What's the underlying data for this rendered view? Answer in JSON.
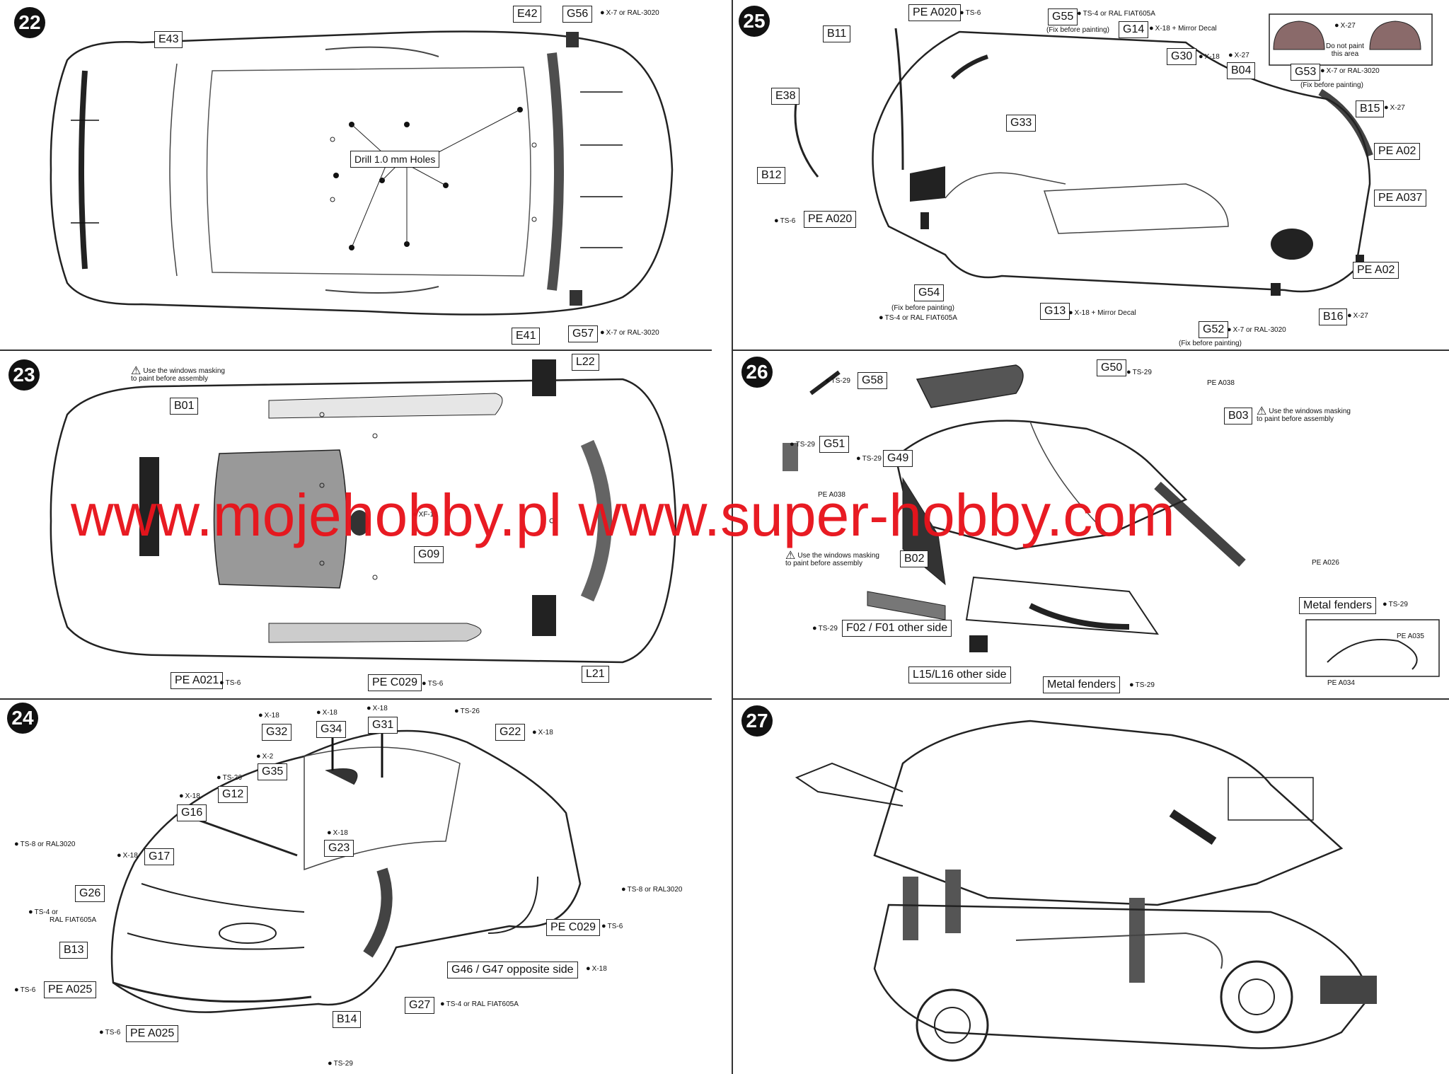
{
  "watermark": "www.mojehobby.pl www.super-hobby.com",
  "icons": {
    "paint": "ink-drop-icon",
    "warning": "warning-triangle-icon",
    "badge": "step-number-badge"
  },
  "step22": {
    "number": "22",
    "labels": {
      "e43": "E43",
      "e42": "E42",
      "g56": "G56",
      "drill": "Drill 1.0 mm Holes",
      "e41": "E41",
      "g57": "G57"
    },
    "paints": {
      "g56": "X-7 or RAL-3020",
      "g57": "X-7 or RAL-3020"
    }
  },
  "step23": {
    "number": "23",
    "warning": "Use the windows masking\nto paint before assembly",
    "labels": {
      "b01": "B01",
      "l22": "L22",
      "g09": "G09",
      "pea021": "PE A021",
      "pec029": "PE C029",
      "l21": "L21"
    },
    "paints": {
      "g09": "XF-19",
      "pea021": "TS-6",
      "pec029": "TS-6"
    }
  },
  "step24": {
    "number": "24",
    "labels": {
      "g32": "G32",
      "g34": "G34",
      "g31": "G31",
      "g22": "G22",
      "g35": "G35",
      "g12": "G12",
      "g16": "G16",
      "g23": "G23",
      "g17": "G17",
      "g26": "G26",
      "b13": "B13",
      "pea025a": "PE A025",
      "pec029": "PE C029",
      "g4647": "G46 / G47 opposite side",
      "g27": "G27",
      "b14": "B14",
      "pea025b": "PE A025"
    },
    "paints": {
      "g32": "X-18",
      "g34": "X-18",
      "g31": "X-18",
      "ts26top": "TS-26",
      "g22": "X-18",
      "g35": "X-2",
      "g12": "TS-26",
      "g16": "X-18",
      "g23": "X-18",
      "g17": "X-18",
      "ts8left": "TS-8 or RAL3020",
      "g26a": "TS-4 or",
      "g26b": "RAL FIAT605A",
      "ts8right": "TS-8 or RAL3020",
      "pec029": "TS-6",
      "g4647": "X-18",
      "pea025a": "TS-6",
      "g27": "TS-4 or RAL FIAT605A",
      "pea025b": "TS-6",
      "ts29": "TS-29"
    }
  },
  "step25": {
    "number": "25",
    "labels": {
      "pea020top": "PE A020",
      "g55": "G55",
      "g14": "G14",
      "b11": "B11",
      "g30": "G30",
      "b04": "B04",
      "g53": "G53",
      "e38": "E38",
      "b15": "B15",
      "g33": "G33",
      "pea02a": "PE A02",
      "b12": "B12",
      "pea037": "PE A037",
      "pea020left": "PE A020",
      "pea02b": "PE A02",
      "g54": "G54",
      "g13": "G13",
      "b16": "B16",
      "g52": "G52"
    },
    "notes": {
      "g55fix": "(Fix before painting)",
      "g53fix": "(Fix before painting)",
      "inset_top": "X-27",
      "inset_note": "Do not paint\nthis area",
      "g54fix": "(Fix before painting)",
      "g52fix": "(Fix before painting)"
    },
    "paints": {
      "pea020top": "TS-6",
      "g55": "TS-4 or RAL FIAT605A",
      "g14": "X-18 + Mirror Decal",
      "g30": "X-18",
      "b04": "X-27",
      "g53": "X-7 or RAL-3020",
      "b15": "X-27",
      "pea020left": "TS-6",
      "g54": "TS-4 or RAL FIAT605A",
      "g13": "X-18 + Mirror Decal",
      "b16": "X-27",
      "g52": "X-7 or RAL-3020"
    }
  },
  "step26": {
    "number": "26",
    "labels": {
      "g58": "G58",
      "g50": "G50",
      "g51": "G51",
      "g49": "G49",
      "b03": "B03",
      "b02": "B02",
      "metal1": "Metal fenders",
      "f0201": "F02 / F01 other side",
      "l1516": "L15/L16 other side",
      "metal2": "Metal fenders"
    },
    "notes": {
      "pea038a": "PE A038",
      "pea038b": "PE A038",
      "pea026": "PE A026",
      "pea035": "PE A035",
      "pea034": "PE A034"
    },
    "warnings": {
      "b03": "Use the windows masking\nto paint before assembly",
      "b02": "Use the windows masking\nto paint before assembly"
    },
    "paints": {
      "g58": "TS-29",
      "g50": "TS-29",
      "g51": "TS-29",
      "g49": "TS-29",
      "metal1": "TS-29",
      "f0201": "TS-29",
      "metal2": "TS-29"
    }
  },
  "step27": {
    "number": "27"
  }
}
